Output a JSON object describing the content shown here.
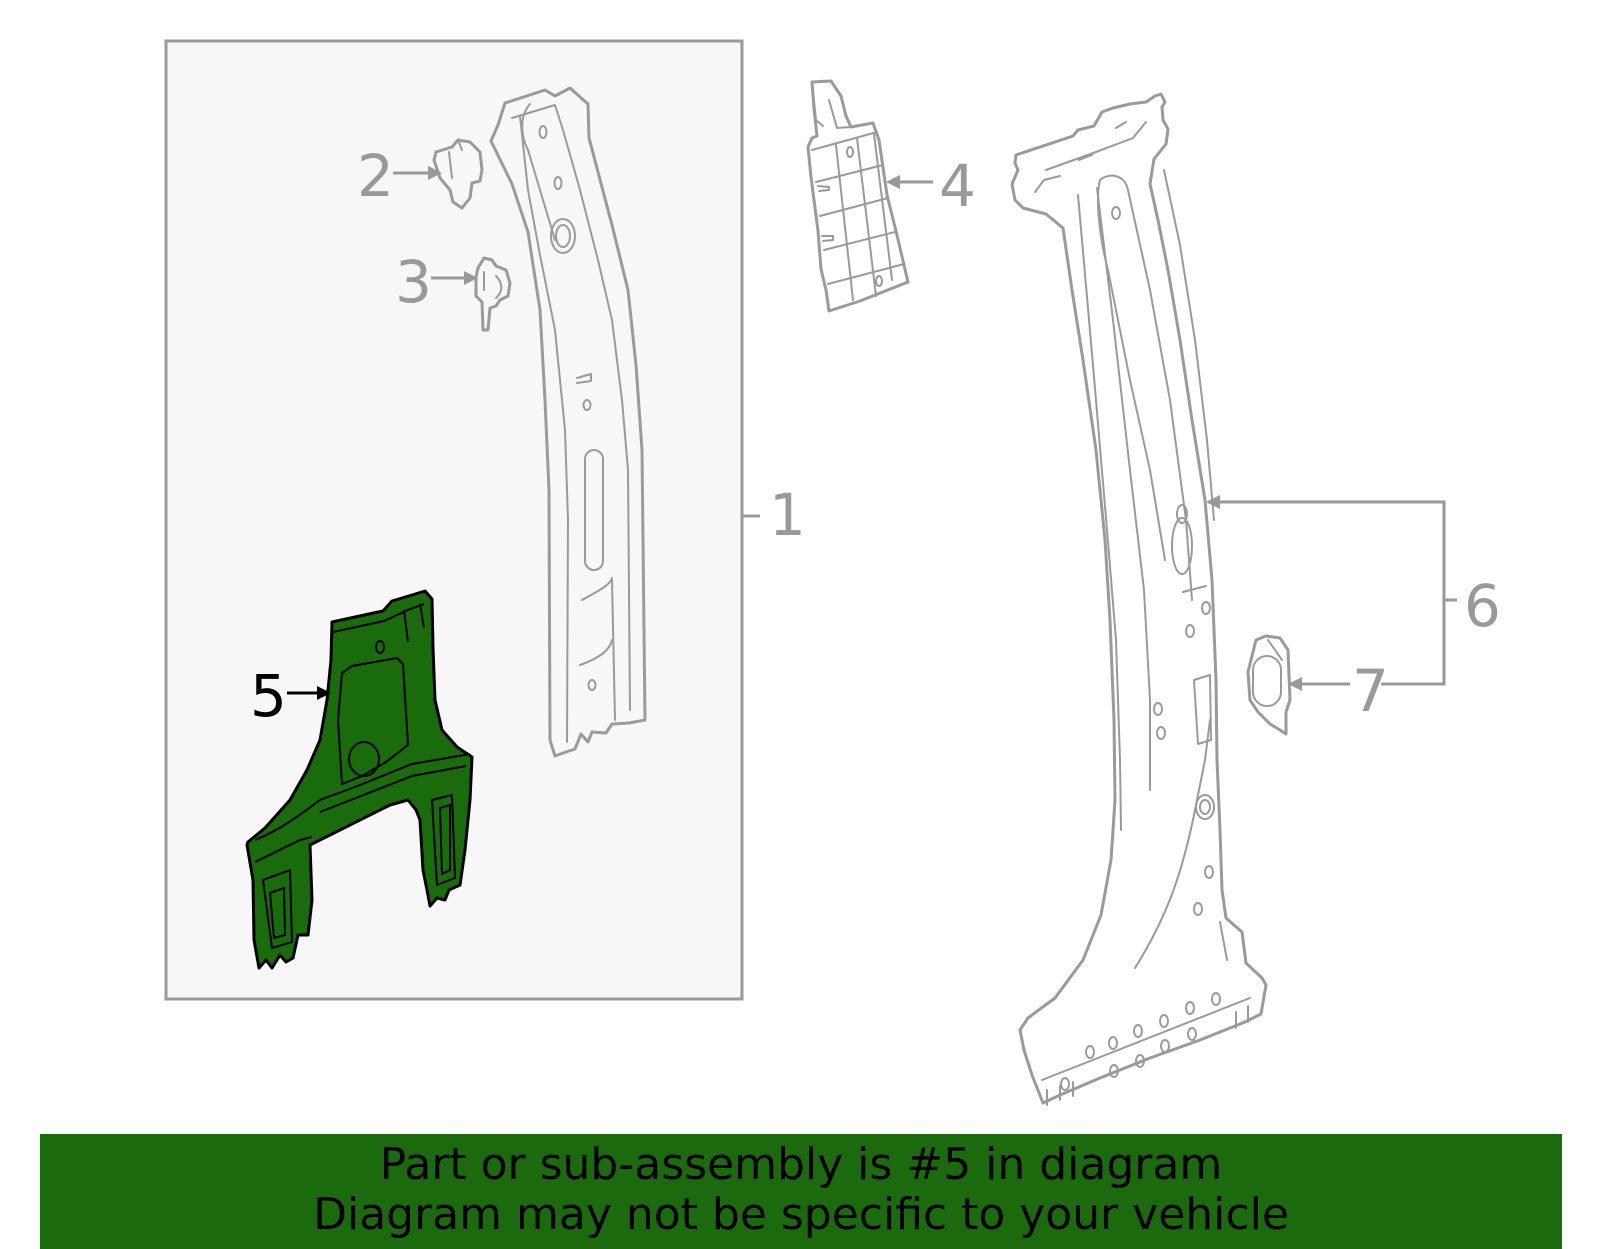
{
  "diagram": {
    "callouts": {
      "c1": "1",
      "c2": "2",
      "c3": "3",
      "c4": "4",
      "c5": "5",
      "c6": "6",
      "c7": "7"
    },
    "highlighted_part": "5",
    "highlight_color": "#1a6b0c",
    "part_line_color": "#9a9a9a",
    "subassembly_box_fill": "#f7f7f7"
  },
  "banner": {
    "line1": "Part or sub-assembly is #5 in diagram",
    "line2": "Diagram may not be specific to your vehicle",
    "background_color": "#1c6a0e"
  }
}
